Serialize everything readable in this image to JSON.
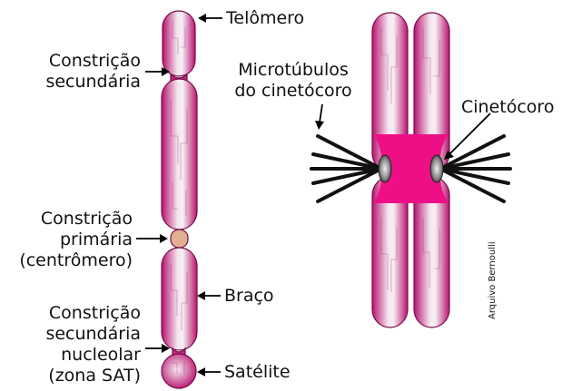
{
  "labels": {
    "telomero": "Telômero",
    "constricao_secundaria": [
      "Constrição",
      "secundária"
    ],
    "constricao_primaria": [
      "Constrição",
      "primária",
      "(centrômero)"
    ],
    "braco": "Braço",
    "constricao_nucleolar": [
      "Constrição",
      "secundária",
      "nucleolar",
      "(zona SAT)"
    ],
    "satelite": "Satélite",
    "microtubulos": [
      "Microtúbulos",
      "do cinetócoro"
    ],
    "cinetocoro": "Cinetócoro"
  },
  "credit": "Arquivo Bernoulli",
  "colors": {
    "chromatid_dark": "#b8126e",
    "chromatid_light": "#f4e6ef",
    "centromere": "#ee0f87",
    "stroke": "#7a0a48",
    "microtubule": "#111111"
  }
}
